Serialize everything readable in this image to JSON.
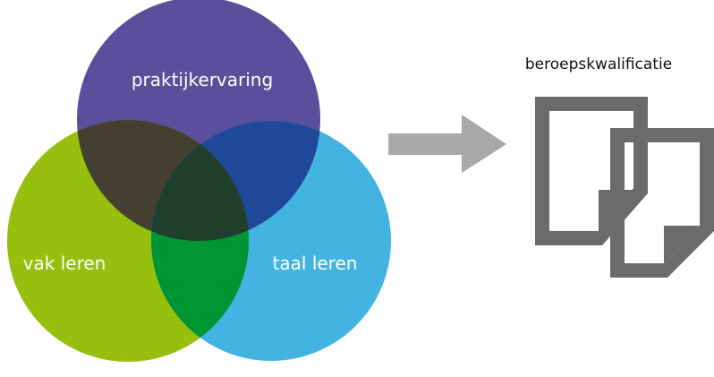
{
  "venn": {
    "top": {
      "label": "praktijkervaring",
      "color": "#5b4e9a"
    },
    "left": {
      "label": "vak leren",
      "color": "#97bf0d"
    },
    "right": {
      "label": "taal leren",
      "color": "#43b4e1"
    },
    "overlaps": {
      "top_left": "#443f31",
      "top_right": "#1f4898",
      "left_right": "#009534",
      "center": "#1f3e2c"
    }
  },
  "arrow": {
    "color": "#a8a9ab",
    "icon": "arrow-right-icon"
  },
  "output": {
    "label": "beroepskwalificatie",
    "icon": "documents-icon",
    "icon_color": "#6b6b6b"
  }
}
